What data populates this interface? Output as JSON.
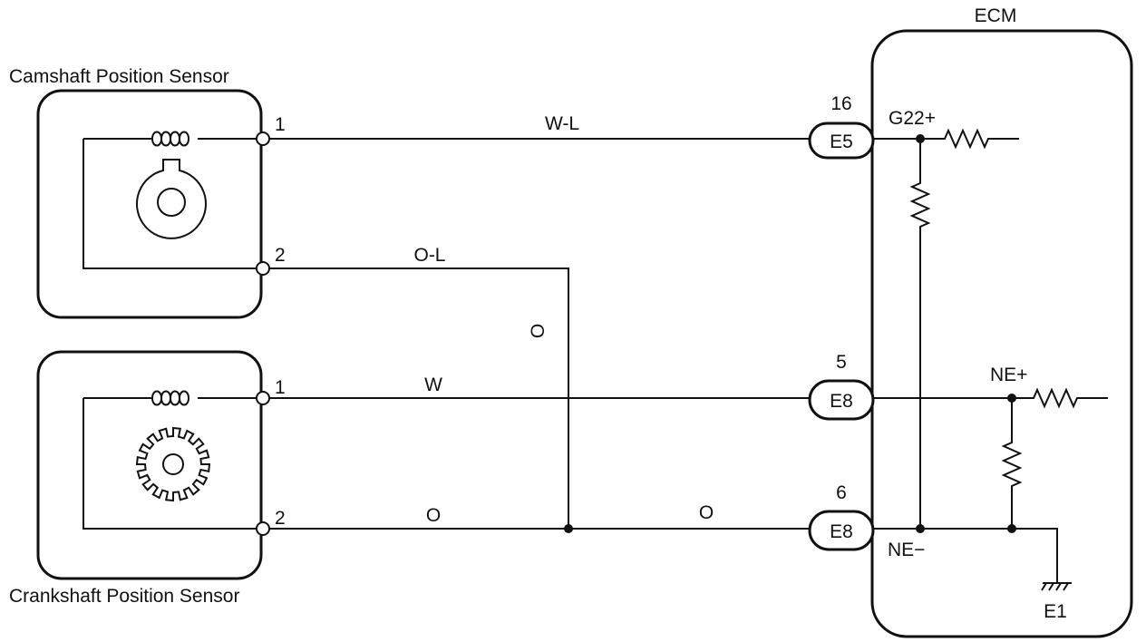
{
  "ecm": {
    "title": "ECM"
  },
  "camshaft_sensor": {
    "title": "Camshaft Position Sensor",
    "pin1": "1",
    "pin2": "2"
  },
  "crankshaft_sensor": {
    "title": "Crankshaft Position Sensor",
    "pin1": "1",
    "pin2": "2"
  },
  "wires": {
    "cam_pin1": "W-L",
    "cam_pin2": "O-L",
    "vertical_o": "O",
    "crank_pin1": "W",
    "crank_pin2_left": "O",
    "crank_pin2_right": "O"
  },
  "connectors": [
    {
      "pin": "16",
      "name": "E5"
    },
    {
      "pin": "5",
      "name": "E8"
    },
    {
      "pin": "6",
      "name": "E8"
    }
  ],
  "ecm_terminals": {
    "g22": "G22+",
    "ne_plus": "NE+",
    "ne_minus": "NE−",
    "e1": "E1"
  }
}
